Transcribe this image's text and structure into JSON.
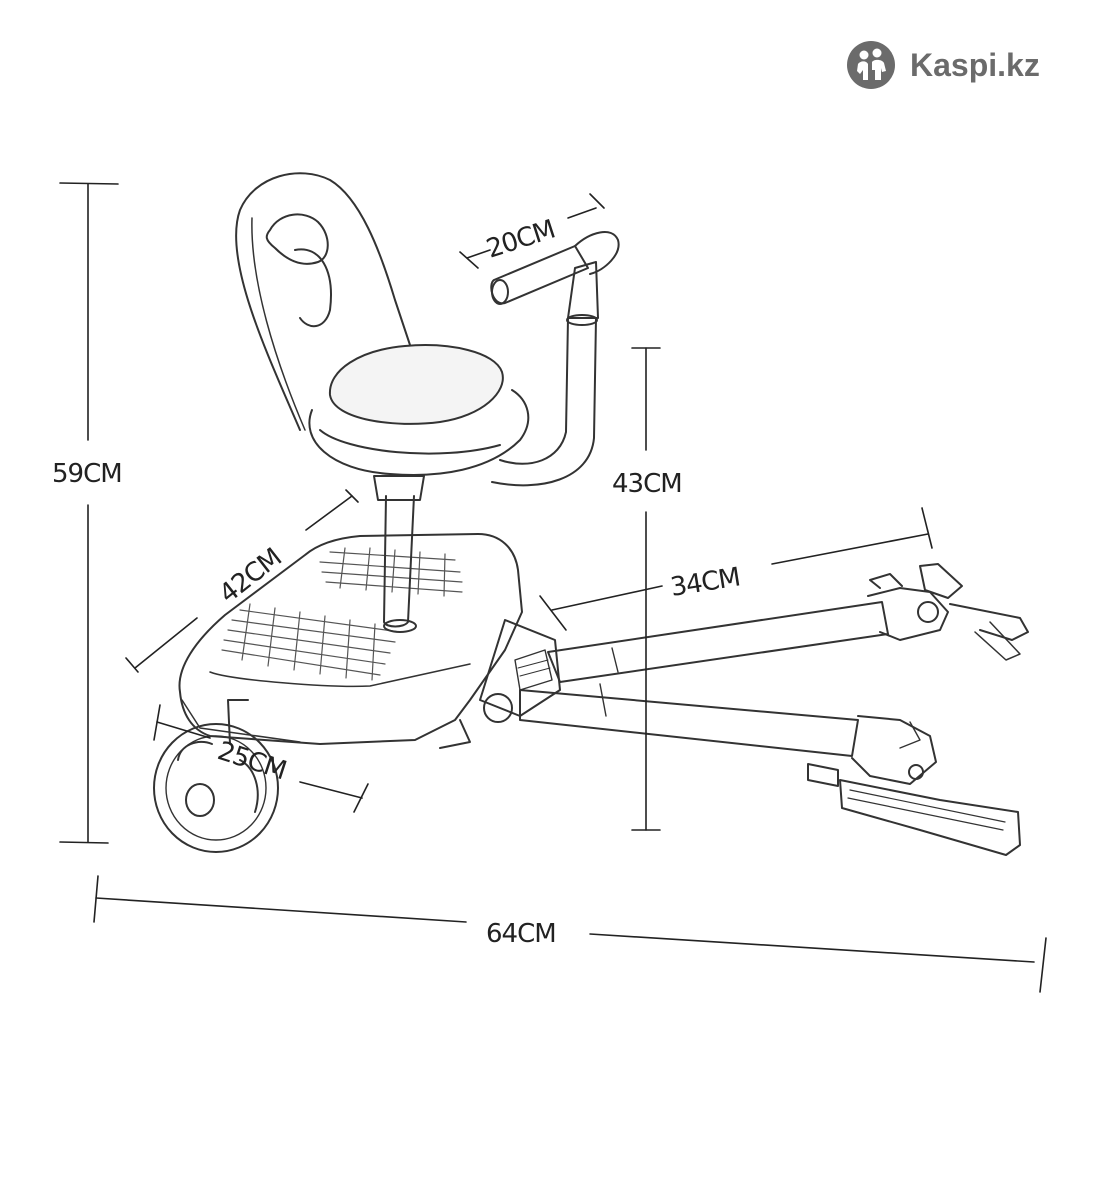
{
  "brand": {
    "name": "Kaspi.kz",
    "color": "#6b6b6b",
    "icon": "kaspi-logo-icon"
  },
  "dimensions": {
    "height_total": "59CM",
    "handle_width": "20CM",
    "seat_height": "43CM",
    "board_length": "42CM",
    "arm_length": "34CM",
    "wheel_diameter": "25CM",
    "total_length": "64CM"
  },
  "colors": {
    "line": "#222222",
    "background": "#ffffff"
  }
}
